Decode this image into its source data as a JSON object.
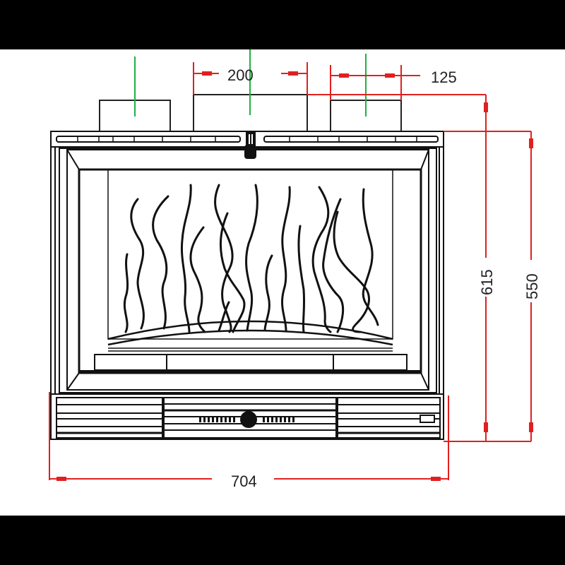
{
  "diagram": {
    "subject": "Fireplace insert front elevation with dimensions",
    "units": "mm",
    "colors": {
      "outline": "#111111",
      "dimension_line": "#e02020",
      "center_line": "#20b040",
      "background": "#ffffff",
      "letterbox": "#000000"
    },
    "dimensions": {
      "flue_outlet_width": "200",
      "side_outlet_width": "125",
      "total_height": "615",
      "body_height": "550",
      "total_width": "704"
    },
    "components": [
      "top-outlet-left",
      "top-outlet-center",
      "top-outlet-right",
      "top-grille",
      "center-latch",
      "outer-frame",
      "glass-door",
      "flame-decoration",
      "log-grate",
      "hearth-base",
      "bottom-louvre-left",
      "bottom-louvre-center",
      "air-control-knob",
      "bottom-louvre-right"
    ]
  }
}
